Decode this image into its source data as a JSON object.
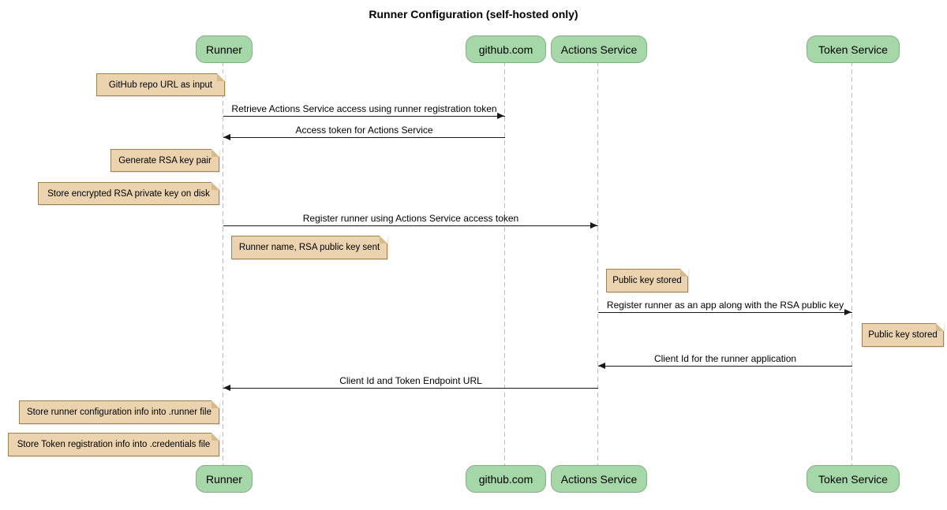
{
  "title": "Runner Configuration (self-hosted only)",
  "participants": [
    {
      "label": "Runner"
    },
    {
      "label": "github.com"
    },
    {
      "label": "Actions Service"
    },
    {
      "label": "Token Service"
    }
  ],
  "messages": [
    {
      "from": "Runner",
      "to": "github.com",
      "label": "Retrieve Actions Service access using runner registration token"
    },
    {
      "from": "github.com",
      "to": "Runner",
      "label": "Access token for Actions Service"
    },
    {
      "from": "Runner",
      "to": "Actions Service",
      "label": "Register runner using Actions Service access token"
    },
    {
      "from": "Actions Service",
      "to": "Token Service",
      "label": "Register runner as an app along with the RSA public key"
    },
    {
      "from": "Token Service",
      "to": "Actions Service",
      "label": "Client Id for the runner application"
    },
    {
      "from": "Actions Service",
      "to": "Runner",
      "label": "Client Id and Token Endpoint URL"
    }
  ],
  "notes": [
    {
      "participant": "Runner",
      "side": "left",
      "label": "GitHub repo URL as input"
    },
    {
      "participant": "Runner",
      "side": "left",
      "label": "Generate RSA key pair"
    },
    {
      "participant": "Runner",
      "side": "left",
      "label": "Store encrypted RSA private key on disk"
    },
    {
      "participant": "Runner",
      "side": "right",
      "label": "Runner name, RSA public key sent"
    },
    {
      "participant": "Actions Service",
      "side": "right",
      "label": "Public key stored"
    },
    {
      "participant": "Token Service",
      "side": "right",
      "label": "Public key stored"
    },
    {
      "participant": "Runner",
      "side": "left",
      "label": "Store runner configuration info into .runner file"
    },
    {
      "participant": "Runner",
      "side": "left",
      "label": "Store Token registration info into .credentials file"
    }
  ],
  "colors": {
    "participant_fill": "#a6d7a8",
    "participant_border": "#84ae86",
    "note_fill": "#ead3ae",
    "note_border": "#a0824c",
    "note_fold": "#d8ba8a",
    "lifeline": "#bbbbbb",
    "arrow": "#181818"
  }
}
